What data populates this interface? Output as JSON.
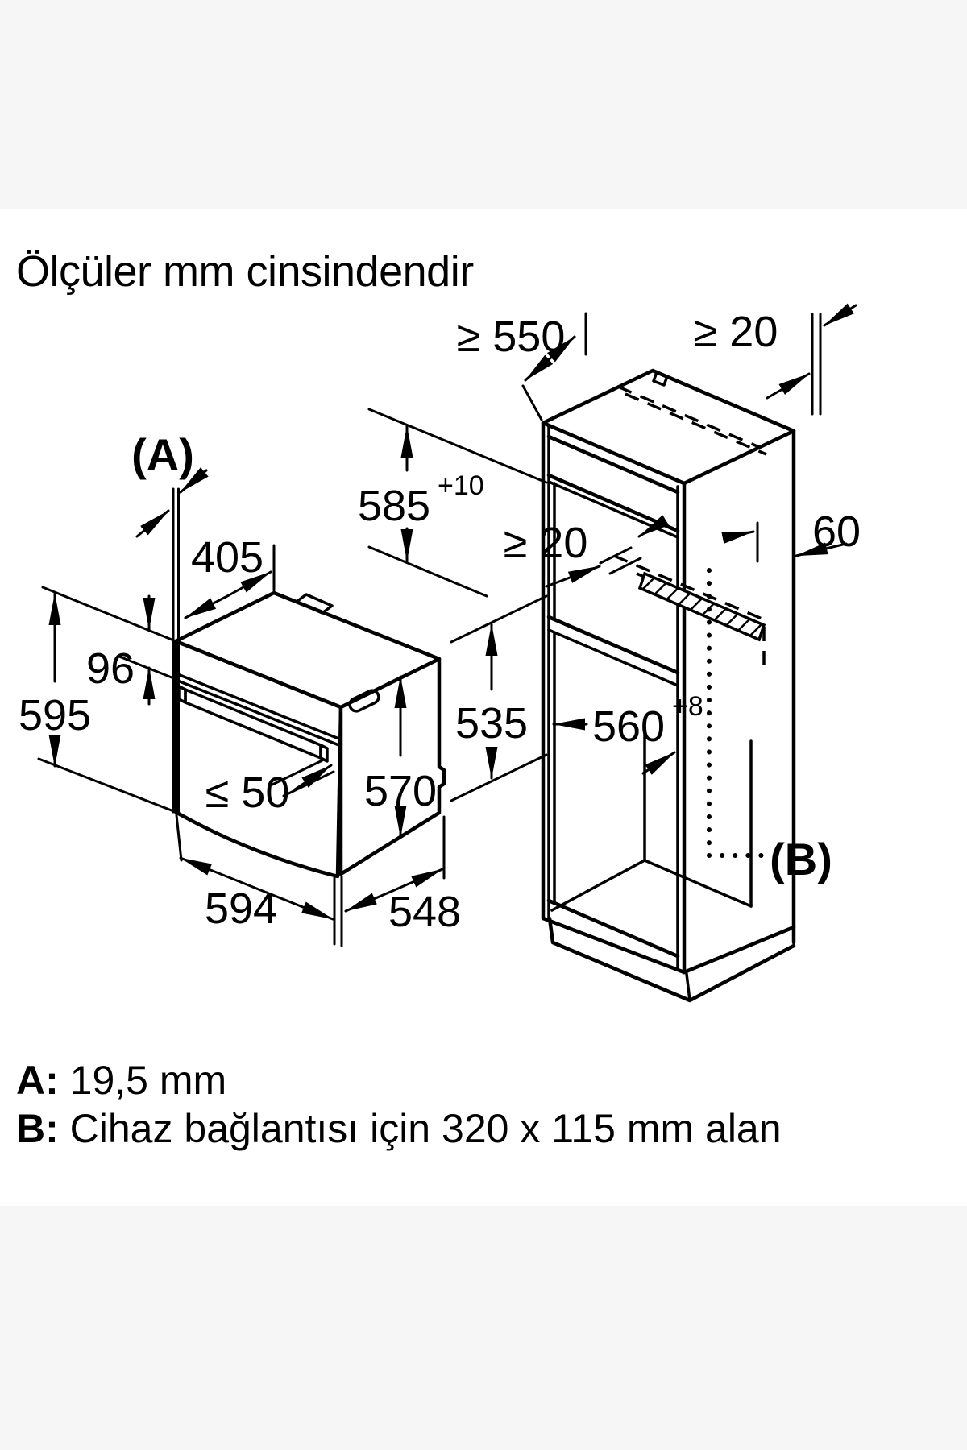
{
  "page": {
    "title": "Ölçüler mm cinsindendir"
  },
  "oven": {
    "label_a": "(A)",
    "dim_top_depth": "405",
    "dim_panel_height": "96",
    "dim_height": "595",
    "dim_handle_gap": "≤ 50",
    "dim_depth": "570",
    "dim_width": "594",
    "dim_body_width": "548"
  },
  "cabinet": {
    "dim_depth_min": "≥ 550",
    "dim_top_gap": "≥ 20",
    "dim_niche_height": "585",
    "dim_niche_height_tol": "+10",
    "dim_vent_gap": "≥ 20",
    "dim_wall_gap": "60",
    "dim_inner_width": "560",
    "dim_inner_width_tol": "+8",
    "dim_lower_height": "535",
    "label_b": "(B)"
  },
  "notes": {
    "a_label": "A:",
    "a_text": " 19,5 mm",
    "b_label": "B:",
    "b_text": " Cihaz bağlantısı için 320 x 115 mm alan"
  },
  "colors": {
    "line": "#000000",
    "background": "#ffffff",
    "margin_band": "#f6f6f6"
  }
}
